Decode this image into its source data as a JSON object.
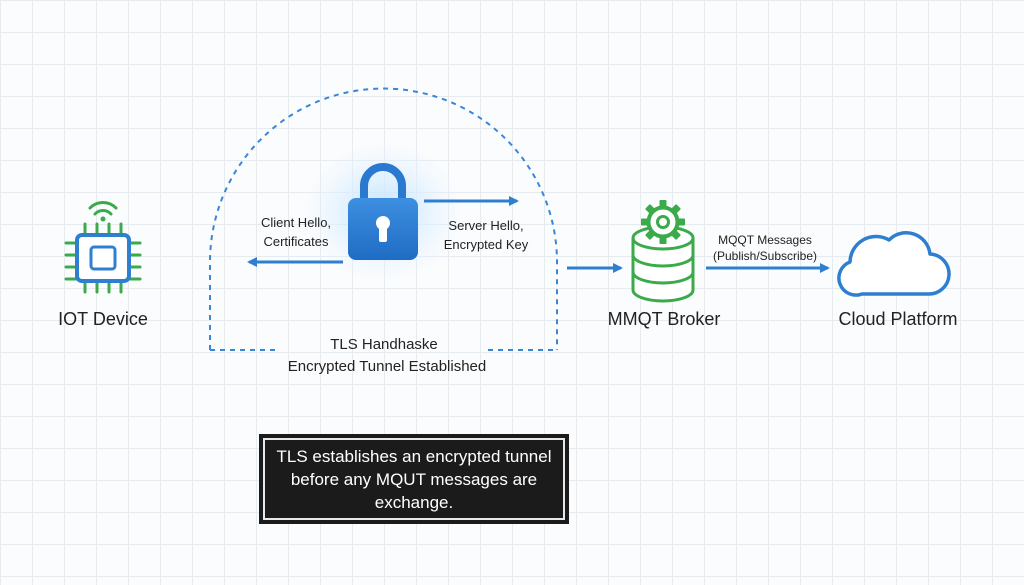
{
  "nodes": {
    "iot_device": {
      "label": "IOT Device"
    },
    "broker": {
      "label": "MMQT Broker"
    },
    "cloud": {
      "label": "Cloud Platform"
    }
  },
  "handshake": {
    "client_line1": "Client Hello,",
    "client_line2": "Certificates",
    "server_line1": "Server Hello,",
    "server_line2": "Encrypted Key",
    "title": "TLS Handhaske",
    "subtitle": "Encrypted Tunnel Established"
  },
  "mqtt_link": {
    "line1": "MQQT Messages",
    "line2": "(Publish/Subscribe)"
  },
  "note": {
    "line1": "TLS establishes an encrypted tunnel",
    "line2": "before any MQUT messages are",
    "line3": "exchange."
  },
  "colors": {
    "accent_blue": "#2f7fd0",
    "accent_green": "#3aaa4a",
    "dash_blue": "#3b86d6",
    "note_bg": "#1b1b1b"
  }
}
